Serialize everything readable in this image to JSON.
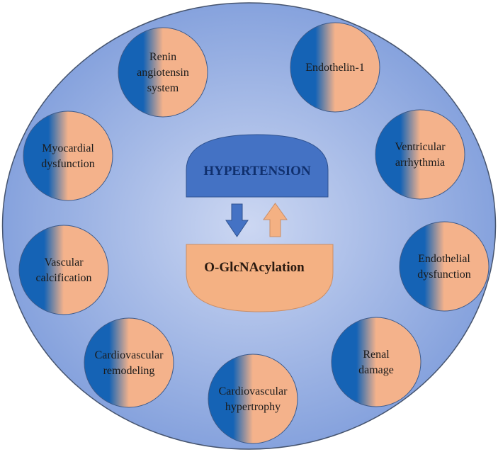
{
  "colors": {
    "outer_circle_center": "#ccd7f2",
    "outer_circle_edge": "#7f9ddb",
    "outer_border": "#46546e",
    "node_blue": "#1563b5",
    "node_peach": "#f4b28b",
    "hypertension_fill": "#4472c4",
    "oglcnacylation_fill": "#f4b183",
    "arrow_down": "#4472c4",
    "arrow_up": "#f4b183"
  },
  "center": {
    "top_label": "HYPERTENSION",
    "bottom_label": "O-GlcNAcylation",
    "arrow_down_icon": "arrow-down-icon",
    "arrow_up_icon": "arrow-up-icon"
  },
  "nodes": [
    {
      "lines": [
        "Renin",
        "angiotensin",
        "system"
      ]
    },
    {
      "lines": [
        "Endothelin-1"
      ]
    },
    {
      "lines": [
        "Ventricular",
        "arrhythmia"
      ]
    },
    {
      "lines": [
        "Endothelial",
        "dysfunction"
      ]
    },
    {
      "lines": [
        "Renal",
        "damage"
      ]
    },
    {
      "lines": [
        "Cardiovascular",
        "hypertrophy"
      ]
    },
    {
      "lines": [
        "Cardiovascular",
        "remodeling"
      ]
    },
    {
      "lines": [
        "Vascular",
        "calcification"
      ]
    },
    {
      "lines": [
        "Myocardial",
        "dysfunction"
      ]
    }
  ]
}
